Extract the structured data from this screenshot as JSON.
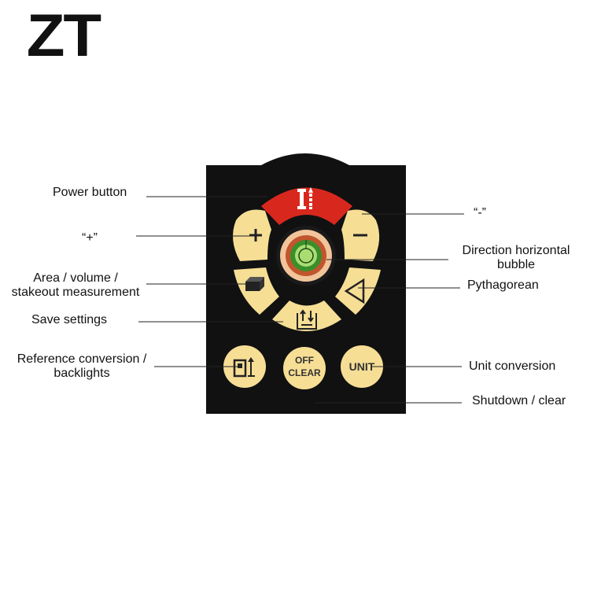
{
  "brand": {
    "logo": "ZT"
  },
  "keypad": {
    "colors": {
      "body": "#111111",
      "key": "#F6DE95",
      "power": "#D8281E",
      "bubble_ring": "#F2C49A",
      "bubble_fill": "#3A8F2B"
    },
    "keys": {
      "off_clear": {
        "line1": "OFF",
        "line2": "CLEAR"
      },
      "unit": "UNIT"
    },
    "icons": [
      "power-icon",
      "plus-icon",
      "minus-icon",
      "level-bubble-icon",
      "cube-icon",
      "triangle-icon",
      "save-icon",
      "reference-icon"
    ]
  },
  "labels": {
    "power": "Power button",
    "minus": "“-”",
    "plus": "“+”",
    "bubble_line1": "Direction horizontal",
    "bubble_line2": "bubble",
    "area_line1": "Area / volume /",
    "area_line2": "stakeout measurement",
    "pythagorean": "Pythagorean",
    "save": "Save settings",
    "reference_line1": "Reference conversion /",
    "reference_line2": "backlights",
    "unit": "Unit conversion",
    "shutdown": "Shutdown / clear"
  }
}
